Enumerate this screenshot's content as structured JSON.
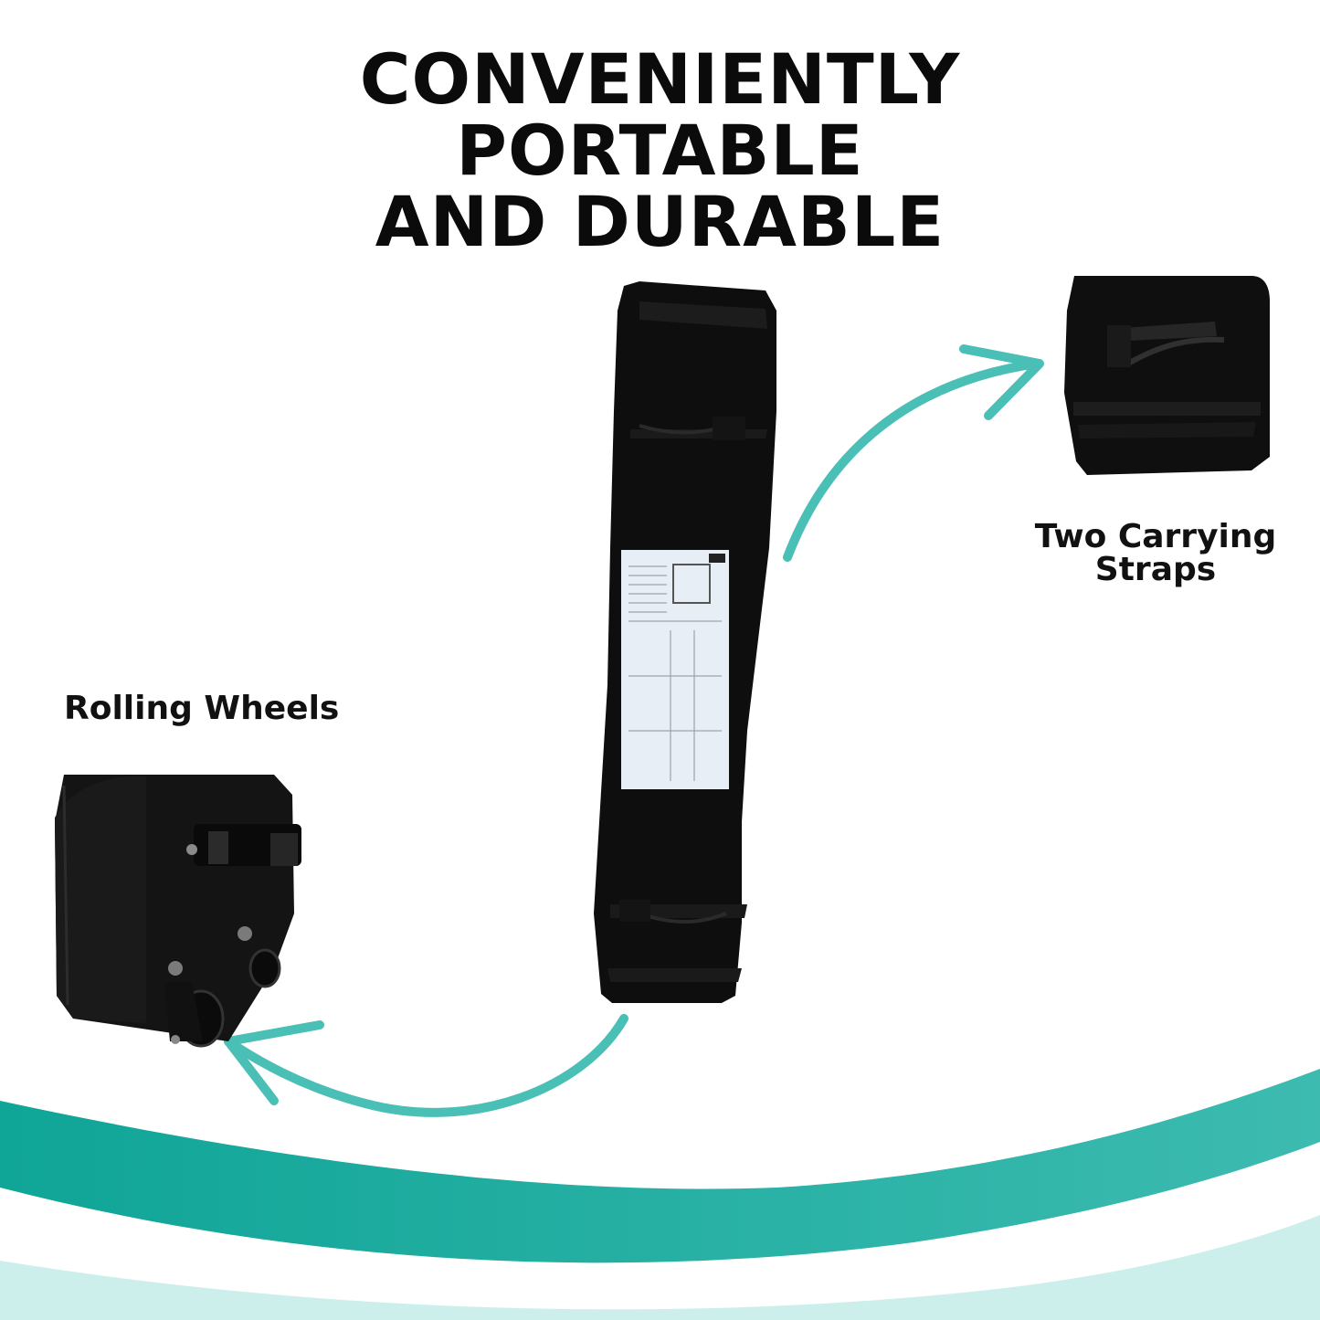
{
  "headline": {
    "line1": "CONVENIENTLY",
    "line2": "PORTABLE",
    "line3": "AND DURABLE"
  },
  "callouts": {
    "straps": {
      "line1": "Two Carrying",
      "line2": "Straps"
    },
    "wheels": {
      "label": "Rolling Wheels"
    }
  },
  "colors": {
    "accent": "#49bfb5",
    "wave_dark": "#14a89c",
    "bag": "#0e0e0e",
    "text": "#0b0b0b"
  }
}
